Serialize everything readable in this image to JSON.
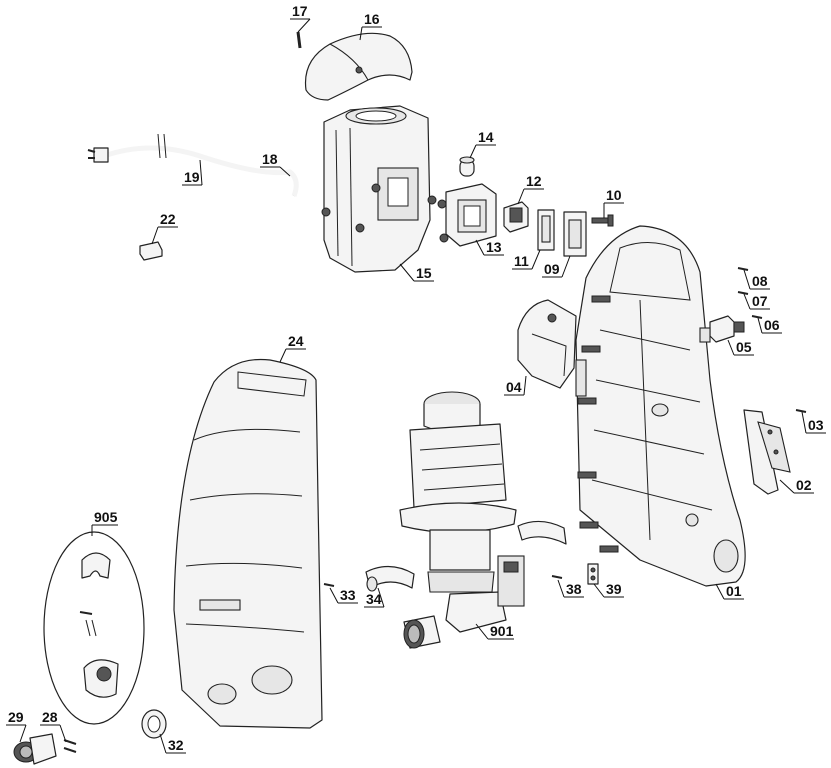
{
  "callouts": [
    {
      "id": "p17",
      "text": "17"
    },
    {
      "id": "p16",
      "text": "16"
    },
    {
      "id": "p14",
      "text": "14"
    },
    {
      "id": "p18",
      "text": "18"
    },
    {
      "id": "p19",
      "text": "19"
    },
    {
      "id": "p12",
      "text": "12"
    },
    {
      "id": "p10",
      "text": "10"
    },
    {
      "id": "p22",
      "text": "22"
    },
    {
      "id": "p13",
      "text": "13"
    },
    {
      "id": "p11",
      "text": "11"
    },
    {
      "id": "p09",
      "text": "09"
    },
    {
      "id": "p15",
      "text": "15"
    },
    {
      "id": "p08",
      "text": "08"
    },
    {
      "id": "p07",
      "text": "07"
    },
    {
      "id": "p06",
      "text": "06"
    },
    {
      "id": "p05",
      "text": "05"
    },
    {
      "id": "p24",
      "text": "24"
    },
    {
      "id": "p04",
      "text": "04"
    },
    {
      "id": "p03",
      "text": "03"
    },
    {
      "id": "p02",
      "text": "02"
    },
    {
      "id": "p905",
      "text": "905"
    },
    {
      "id": "p33",
      "text": "33"
    },
    {
      "id": "p34",
      "text": "34"
    },
    {
      "id": "p38",
      "text": "38"
    },
    {
      "id": "p39",
      "text": "39"
    },
    {
      "id": "p01",
      "text": "01"
    },
    {
      "id": "p901",
      "text": "901"
    },
    {
      "id": "p29",
      "text": "29"
    },
    {
      "id": "p28",
      "text": "28"
    },
    {
      "id": "p32",
      "text": "32"
    }
  ]
}
